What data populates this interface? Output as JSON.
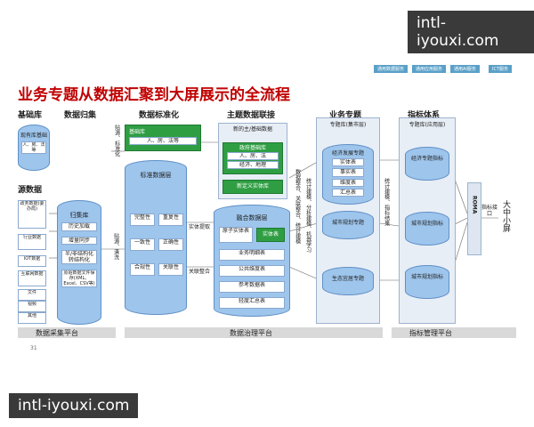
{
  "watermarks": [
    "intl-iyouxi.com",
    "intl-iyouxi.com"
  ],
  "tabs": [
    "通用数据服务",
    "通用应用服务",
    "通用AI服务",
    "ICT服务"
  ],
  "title": "业务专题从数据汇聚到大屏展示的全流程",
  "columns": [
    "基础库",
    "数据归集",
    "数据标准化",
    "主题数据联接",
    "业务专题",
    "指标体系"
  ],
  "base_lib": {
    "name": "现有库基础",
    "items": "人、房、法等"
  },
  "source": {
    "title": "源数据",
    "items": [
      "政务数据(委办局)",
      "行业数据",
      "IOT数据",
      "互联网数据",
      "文件",
      "视频",
      "其他"
    ]
  },
  "collect": {
    "title": "归集库",
    "items": [
      "历史加载",
      "增量同步",
      "半/非结构化转结构化",
      "原始数据文件保存(XML、Excel、CSV等)"
    ],
    "arrows": [
      "贴源、清洗"
    ]
  },
  "standard": {
    "base": "基础库",
    "base_items": "人、房、法等",
    "layer": "标准数据层",
    "quality": [
      "完整性",
      "重复性",
      "一致性",
      "正确性",
      "合规性",
      "关联性"
    ],
    "top_arrow": "贴源、标准化",
    "labels": [
      "实体提取",
      "关联整合"
    ]
  },
  "theme": {
    "panel": "新的主/基础数据",
    "gov": "政府基础库",
    "gov_items": "人、房、法",
    "eco": "经济、地理",
    "new_entity": "新定义实体库",
    "fusion": "融合数据层",
    "atomic": "原子实体表",
    "entity": "实体表",
    "tables": [
      "业务明细表",
      "公共维度表",
      "参考数据表",
      "轻度汇总表"
    ]
  },
  "business": {
    "lib": "专题库(集市层)",
    "topics": [
      "经济发展专题",
      "城市规划专题",
      "生态宜居专题"
    ],
    "subitems": [
      "实体表",
      "事实表",
      "维度表",
      "汇总表"
    ],
    "flow_labels": [
      "数据整合、关联整合、统计建模",
      "统计建模、分析建模、机器学习",
      "统计建模、指标结果"
    ]
  },
  "indicator": {
    "lib": "专题库(应用层)",
    "items": [
      "经济专题指标",
      "城市规划指标",
      "城市规划指标"
    ]
  },
  "roma": "ROMA",
  "interface": "指标接口",
  "screen": "大中小屏",
  "footer": [
    "数据采集平台",
    "数据治理平台",
    "指标管理平台"
  ],
  "page_number": "31",
  "colors": {
    "title": "#c00000",
    "cylinder": "#9ec5ec",
    "green": "#2f9e43",
    "band": "#d9d9d9"
  }
}
